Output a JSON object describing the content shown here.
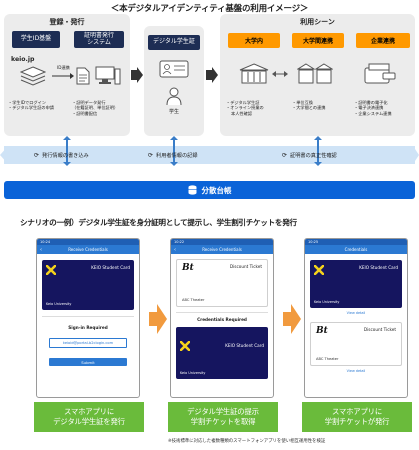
{
  "title": "＜本デジタルアイデンティティ基盤の利用イメージ＞",
  "issue": {
    "heading": "登録・発行",
    "box_student_id": "学生ID基盤",
    "box_cert_system_line1": "証明書発行",
    "box_cert_system_line2": "システム",
    "domain": "keio.jp",
    "id_link": "ID連携",
    "notes_left": [
      "・学生IDでログイン",
      "・デジタル学生証の申請"
    ],
    "notes_right": [
      "・証明データ発行",
      "（在籍証明、単位証明）",
      "・証明書配信"
    ]
  },
  "student": {
    "box": "デジタル学生証",
    "label": "学生"
  },
  "usage": {
    "heading": "利用シーン",
    "boxes": [
      "大学内",
      "大学間連携",
      "企業連携"
    ],
    "notes": [
      [
        "・デジタル学生証",
        "・オンライン授業の",
        "本人性確認"
      ],
      [
        "・単位互換",
        "・大学間との連携"
      ],
      [
        "・証明書の電子化",
        "・電子決済連携",
        "・企業システム連携"
      ]
    ]
  },
  "band": {
    "write": "発行情報の書き込み",
    "record": "利用者情報の記録",
    "verify": "証明書の真正性確認"
  },
  "ledger": "分散台帳",
  "scenario": "シナリオの一例）デジタル学生証を身分証明として提示し、学生割引チケットを発行",
  "phone1": {
    "time": "10:24",
    "header": "Receive Credentials",
    "card_title": "KEIO Student Card",
    "card_univ": "Keio University",
    "signin_title": "Sign-in Required",
    "email": "keioid@portal-b2clogin.com",
    "submit": "Submit"
  },
  "phone2": {
    "time": "10:22",
    "header": "Receive Credentials",
    "ticket_logo": "Bt",
    "ticket_title": "Discount Ticket",
    "ticket_sub": "ABC Theater",
    "required_title": "Credentials Required",
    "card_title": "KEIO Student Card",
    "card_univ": "Keio University"
  },
  "phone3": {
    "time": "10:25",
    "header": "Credentials",
    "card_title": "KEIO Student Card",
    "card_univ": "Keio University",
    "view1": "View detail",
    "ticket_logo": "Bt",
    "ticket_title": "Discount Ticket",
    "ticket_sub": "ABC Theater",
    "view2": "View detail"
  },
  "captions": [
    [
      "スマホアプリに",
      "デジタル学生証を発行"
    ],
    [
      "デジタル学生証の提示",
      "学割チケットを取得"
    ],
    [
      "スマホアプリに",
      "学割チケットが発行"
    ]
  ],
  "footnote": "※技術標準に対応した複数種類のスマートフォンアプリを使い相互運用性を検証",
  "colors": {
    "navy": "#1d2d54",
    "orange": "#ff9900",
    "ledger_blue": "#0a63d8",
    "band_blue": "#cfe3f6",
    "green": "#6abb3b",
    "card": "#15155f"
  }
}
